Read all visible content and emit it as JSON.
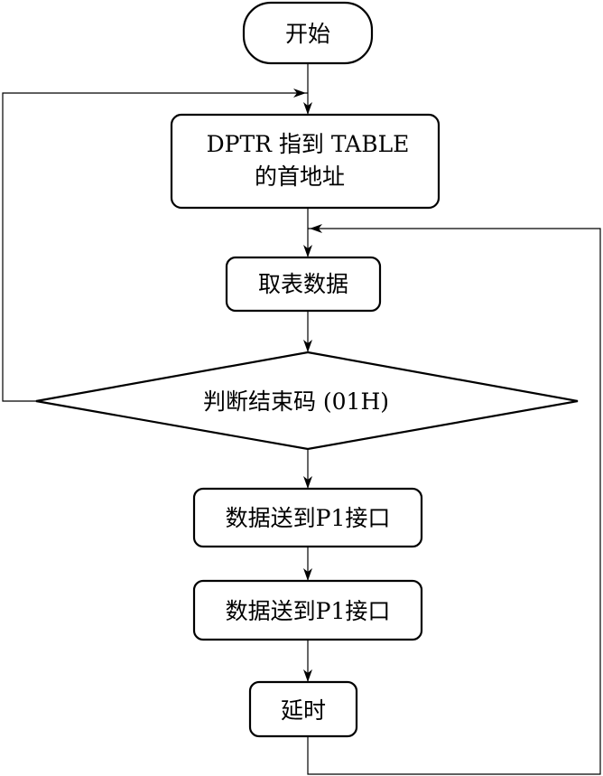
{
  "diagram": {
    "nodes": {
      "start": "开始",
      "init_line1": "DPTR 指到 TABLE",
      "init_line2": "的首地址",
      "fetch": "取表数据",
      "decision": "判断结束码 (01H)",
      "send1": "数据送到P1接口",
      "send2": "数据送到P1接口",
      "delay": "延时"
    }
  }
}
